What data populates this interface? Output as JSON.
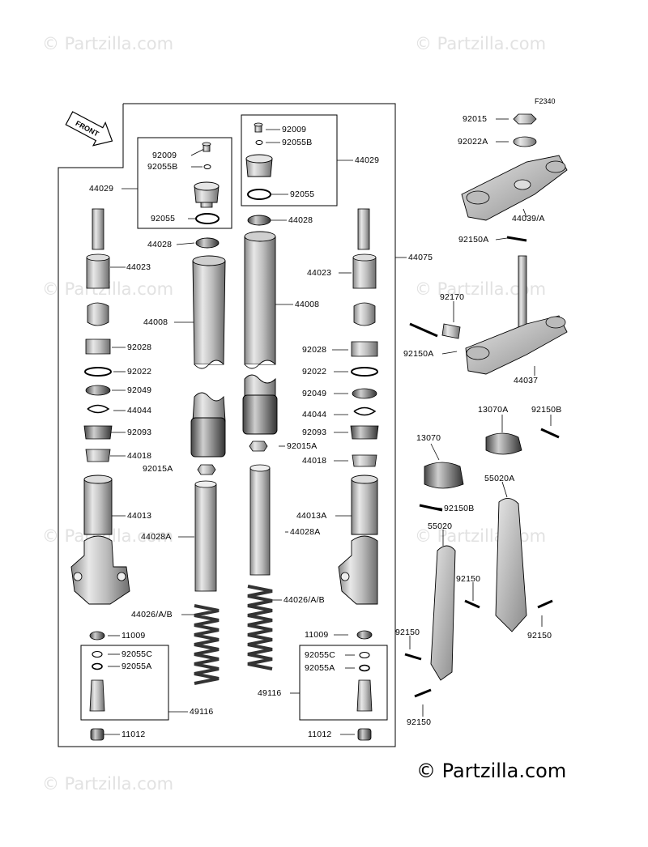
{
  "figure_code": "F2340",
  "front_label": "FRONT",
  "copyright": "© Partzilla.com",
  "watermark": "© Partzilla.com",
  "labels": {
    "l44029_left": "44029",
    "l92009_left": "92009",
    "l92055B_left": "92055B",
    "l92055_left": "92055",
    "l44028_left": "44028",
    "l44023_left": "44023",
    "l44008_left": "44008",
    "l92028_left": "92028",
    "l92022_left": "92022",
    "l92049_left": "92049",
    "l44044_left": "44044",
    "l92093_left": "92093",
    "l44018_left": "44018",
    "l92015A_left": "92015A",
    "l44013_left": "44013",
    "l44028A_left": "44028A",
    "l44026_left": "44026/A/B",
    "l11009_left": "11009",
    "l92055C_left": "92055C",
    "l92055A_left": "92055A",
    "l49116_left": "49116",
    "l11012_left": "11012",
    "l92009_mid": "92009",
    "l92055B_mid": "92055B",
    "l44029_right": "44029",
    "l92055_mid": "92055",
    "l44028_mid": "44028",
    "l44008_mid": "44008",
    "l92015A_mid": "92015A",
    "l44028A_mid": "44028A",
    "l44026_mid": "44026/A/B",
    "l49116_mid": "49116",
    "l44075": "44075",
    "l44023_right": "44023",
    "l92028_right": "92028",
    "l92022_right": "92022",
    "l92049_right": "92049",
    "l44044_right": "44044",
    "l92093_right": "92093",
    "l44018_right": "44018",
    "l44013A": "44013A",
    "l11009_right": "11009",
    "l92055C_right": "92055C",
    "l92055A_right": "92055A",
    "l11012_right": "11012",
    "l92015_top": "92015",
    "l92022A": "92022A",
    "l44039A": "44039/A",
    "l92150A_top": "92150A",
    "l92170": "92170",
    "l92150A_mid": "92150A",
    "l44037": "44037",
    "l13070A": "13070A",
    "l92150B_top": "92150B",
    "l13070": "13070",
    "l92150B": "92150B",
    "l55020A": "55020A",
    "l55020": "55020",
    "l92150_a": "92150",
    "l92150_b": "92150",
    "l92150_c": "92150",
    "l92150_d": "92150"
  }
}
